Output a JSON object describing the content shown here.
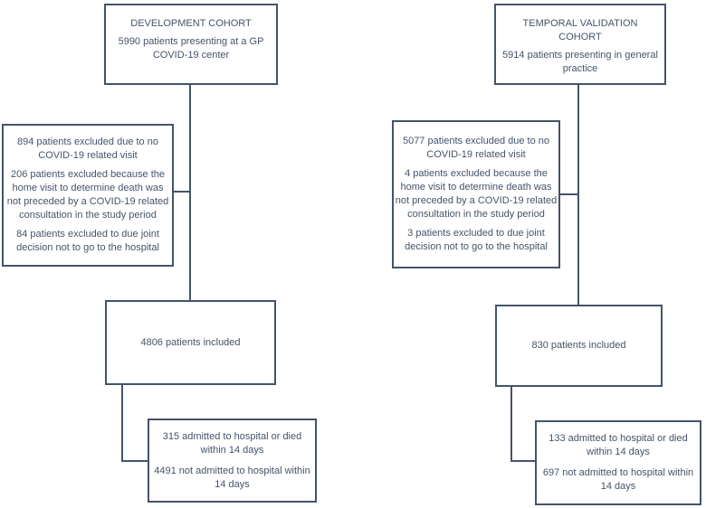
{
  "figure": {
    "colors": {
      "line": "#44546A",
      "text": "#44546A",
      "background": "#ffffff"
    },
    "columns": [
      {
        "id": "development",
        "top_box": {
          "title": "DEVELOPMENT COHORT",
          "body": "5990 patients presenting at a GP COVID-19 center"
        },
        "exclusion_box": {
          "items": [
            "894 patients excluded due to no COVID-19 related visit",
            "206 patients excluded because the home visit to determine death was not preceded by a COVID-19 related consultation in the study period",
            "84 patients excluded to due joint decision not to go to the hospital"
          ]
        },
        "included_box": {
          "text": "4806 patients included"
        },
        "outcome_box": {
          "items": [
            "315 admitted to hospital or died within 14 days",
            "4491 not admitted to hospital within 14 days"
          ]
        }
      },
      {
        "id": "temporal-validation",
        "top_box": {
          "title": "TEMPORAL VALIDATION COHORT",
          "body": "5914 patients presenting in general practice"
        },
        "exclusion_box": {
          "items": [
            "5077 patients excluded due to no COVID-19 related visit",
            "4 patients excluded because the home visit to determine death was not preceded by a COVID-19 related consultation in the study period",
            "3 patients excluded to due joint decision not to go to the hospital"
          ]
        },
        "included_box": {
          "text": "830 patients included"
        },
        "outcome_box": {
          "items": [
            "133 admitted to hospital or died within 14 days",
            "697 not admitted to hospital within 14 days"
          ]
        }
      }
    ]
  }
}
